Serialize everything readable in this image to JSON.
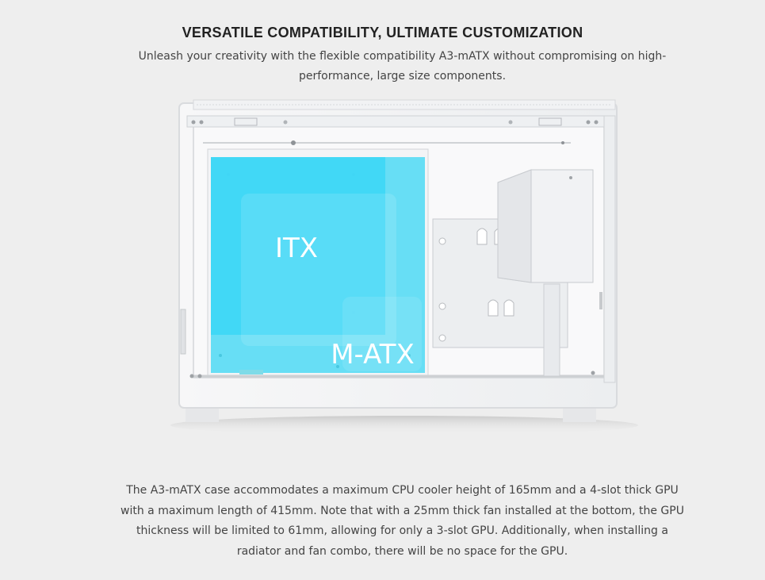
{
  "section": {
    "title": "VERSATILE COMPATIBILITY, ULTIMATE CUSTOMIZATION",
    "subtitle": "Unleash your creativity with the flexible compatibility A3-mATX without compromising on high-performance, large size components."
  },
  "figure": {
    "itx_label": "ITX",
    "matx_label": "M-ATX",
    "overlay_color": "#3fd7f5"
  },
  "details": {
    "text": "The A3-mATX case accommodates a maximum CPU cooler height of 165mm and a 4-slot thick GPU with a maximum length of 415mm. Note that with a 25mm thick fan installed at the bottom, the GPU thickness will be limited to 61mm, allowing for only a 3-slot GPU. Additionally, when installing a radiator and fan combo, there will be no space for the GPU."
  }
}
